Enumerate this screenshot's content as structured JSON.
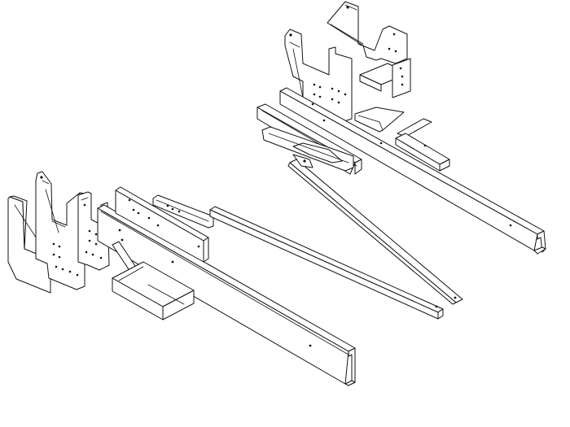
{
  "diagram": {
    "kind": "exploded isometric line drawing",
    "background_color": "#ffffff",
    "line_color": "#111111",
    "assemblies": [
      {
        "id": "lower-left",
        "parts": [
          "bracket-plate-outer",
          "bracket-plate-inner",
          "mounting-plate",
          "crossmember-long",
          "channel-bracket",
          "link-plate",
          "strut-bar"
        ]
      },
      {
        "id": "upper-right",
        "parts": [
          "bracket-plate-outer",
          "bracket-plate-inner",
          "corner-bracket",
          "mounting-plate",
          "gusset-plate",
          "crossmember-long",
          "channel-arm",
          "diagonal-strut",
          "small-channel-bracket"
        ]
      }
    ]
  }
}
